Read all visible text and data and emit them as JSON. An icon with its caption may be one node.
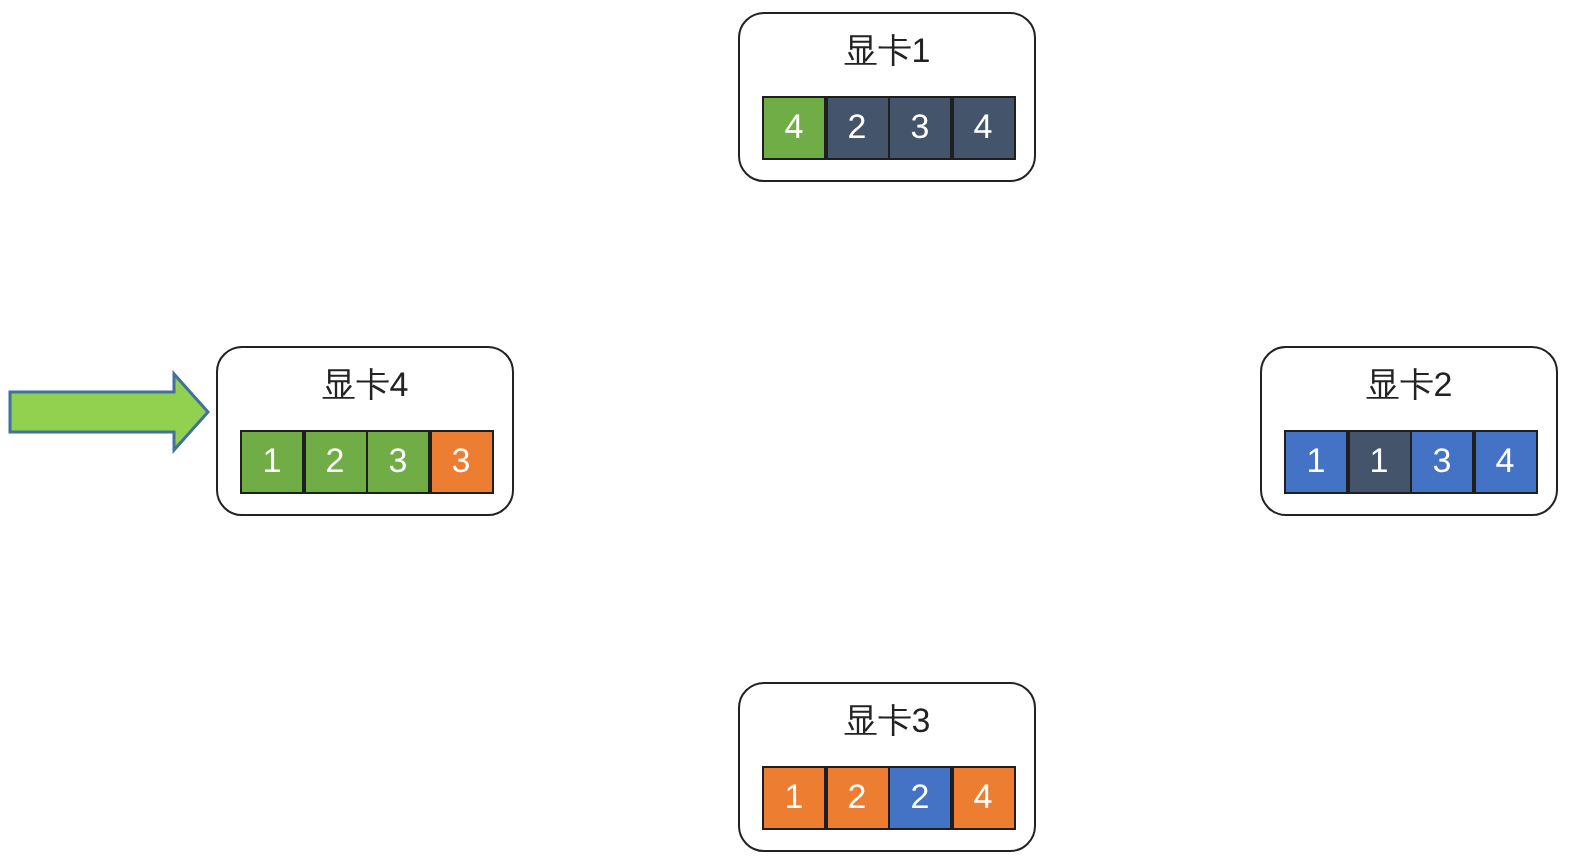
{
  "diagram": {
    "nodes": [
      {
        "text": [
          "显卡1"
        ]
      },
      {
        "text": [
          "4"
        ],
        "in": 0
      },
      {
        "text": [
          "2"
        ],
        "in": 0
      },
      {
        "text": [
          "3"
        ],
        "in": 0
      },
      {
        "text": [
          "4"
        ],
        "in": 0
      },
      {
        "text": [
          "显卡4"
        ]
      },
      {
        "text": [
          "1"
        ],
        "in": 5
      },
      {
        "text": [
          "2"
        ],
        "in": 5
      },
      {
        "text": [
          "3"
        ],
        "in": 5
      },
      {
        "text": [
          "3"
        ],
        "in": 5
      },
      {
        "text": [
          "显卡2"
        ]
      },
      {
        "text": [
          "1"
        ],
        "in": 10
      },
      {
        "text": [
          "1"
        ],
        "in": 10
      },
      {
        "text": [
          "3"
        ],
        "in": 10
      },
      {
        "text": [
          "4"
        ],
        "in": 10
      },
      {
        "text": [
          "显卡3"
        ]
      },
      {
        "text": [
          "1"
        ],
        "in": 15
      },
      {
        "text": [
          "2"
        ],
        "in": 15
      },
      {
        "text": [
          "2"
        ],
        "in": 15
      },
      {
        "text": [
          "4"
        ],
        "in": 15
      }
    ],
    "edges": [
      {
        "from": null,
        "to": 5,
        "arrow": "to"
      }
    ]
  }
}
